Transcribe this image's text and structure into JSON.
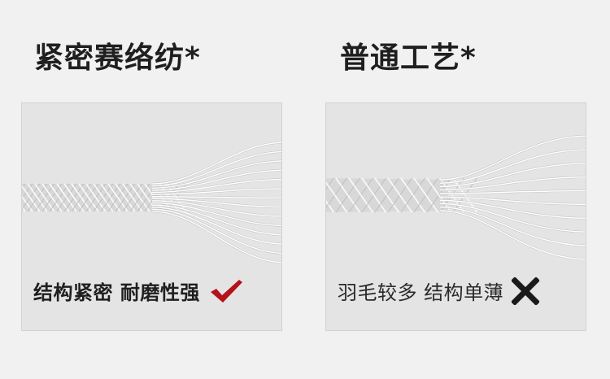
{
  "left": {
    "title": "紧密赛络纺*",
    "caption": "结构紧密 耐磨性强",
    "mark_icon": "checkmark-icon",
    "mark_color": "#b3121b"
  },
  "right": {
    "title": "普通工艺*",
    "caption": "羽毛较多 结构单薄",
    "mark_icon": "cross-icon",
    "mark_color": "#1a1a1a"
  },
  "colors": {
    "background": "#f1f1f1",
    "panel": "#e4e4e4",
    "yarn": "#ffffff",
    "yarn_shadow": "#bdbdbd"
  }
}
